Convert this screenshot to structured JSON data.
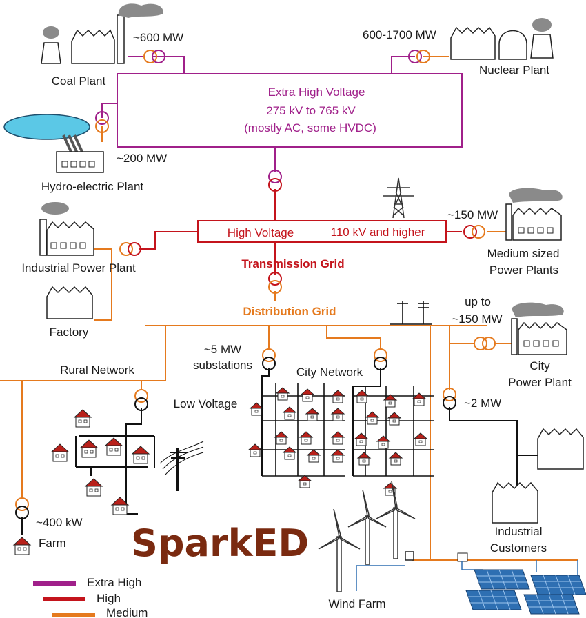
{
  "blocks": {
    "ehv": {
      "title": "Extra High Voltage",
      "range": "275 kV to 765 kV",
      "note": "(mostly AC, some HVDC)"
    },
    "hv": {
      "title": "High Voltage",
      "range": "110 kV and higher"
    }
  },
  "grids": {
    "transmission": "Transmission Grid",
    "distribution": "Distribution Grid"
  },
  "sources": {
    "coal": {
      "name": "Coal Plant",
      "power": "~600 MW"
    },
    "nuclear": {
      "name": "Nuclear Plant",
      "power": "600-1700 MW"
    },
    "hydro": {
      "name": "Hydro-electric Plant",
      "power": "~200 MW"
    },
    "industrial_power": {
      "name": "Industrial Power Plant"
    },
    "factory": {
      "name": "Factory"
    },
    "medium": {
      "name_line1": "Medium sized",
      "name_line2": "Power Plants",
      "power": "~150 MW"
    },
    "city_plant": {
      "name_line1": "City",
      "name_line2": "Power Plant",
      "power_line1": "up to",
      "power_line2": "~150 MW"
    }
  },
  "network": {
    "substations_power": "~5 MW",
    "substations_label": "substations",
    "rural": "Rural Network",
    "city": "City Network",
    "low_voltage": "Low Voltage",
    "industrial_power": "~2 MW",
    "industrial_line1": "Industrial",
    "industrial_line2": "Customers",
    "farm_power": "~400 kW",
    "farm": "Farm",
    "wind": "Wind Farm"
  },
  "brand": "SparkED",
  "legend": [
    {
      "label": "Extra High",
      "color": "#a0208a"
    },
    {
      "label": "High",
      "color": "#c4141c"
    },
    {
      "label": "Medium",
      "color": "#e57a1e"
    }
  ],
  "colors": {
    "ehv": "#a0208a",
    "hv": "#c4141c",
    "mv": "#e57a1e",
    "lv": "#111111",
    "solar": "#2e6fb2",
    "water": "#5bc8e6"
  }
}
